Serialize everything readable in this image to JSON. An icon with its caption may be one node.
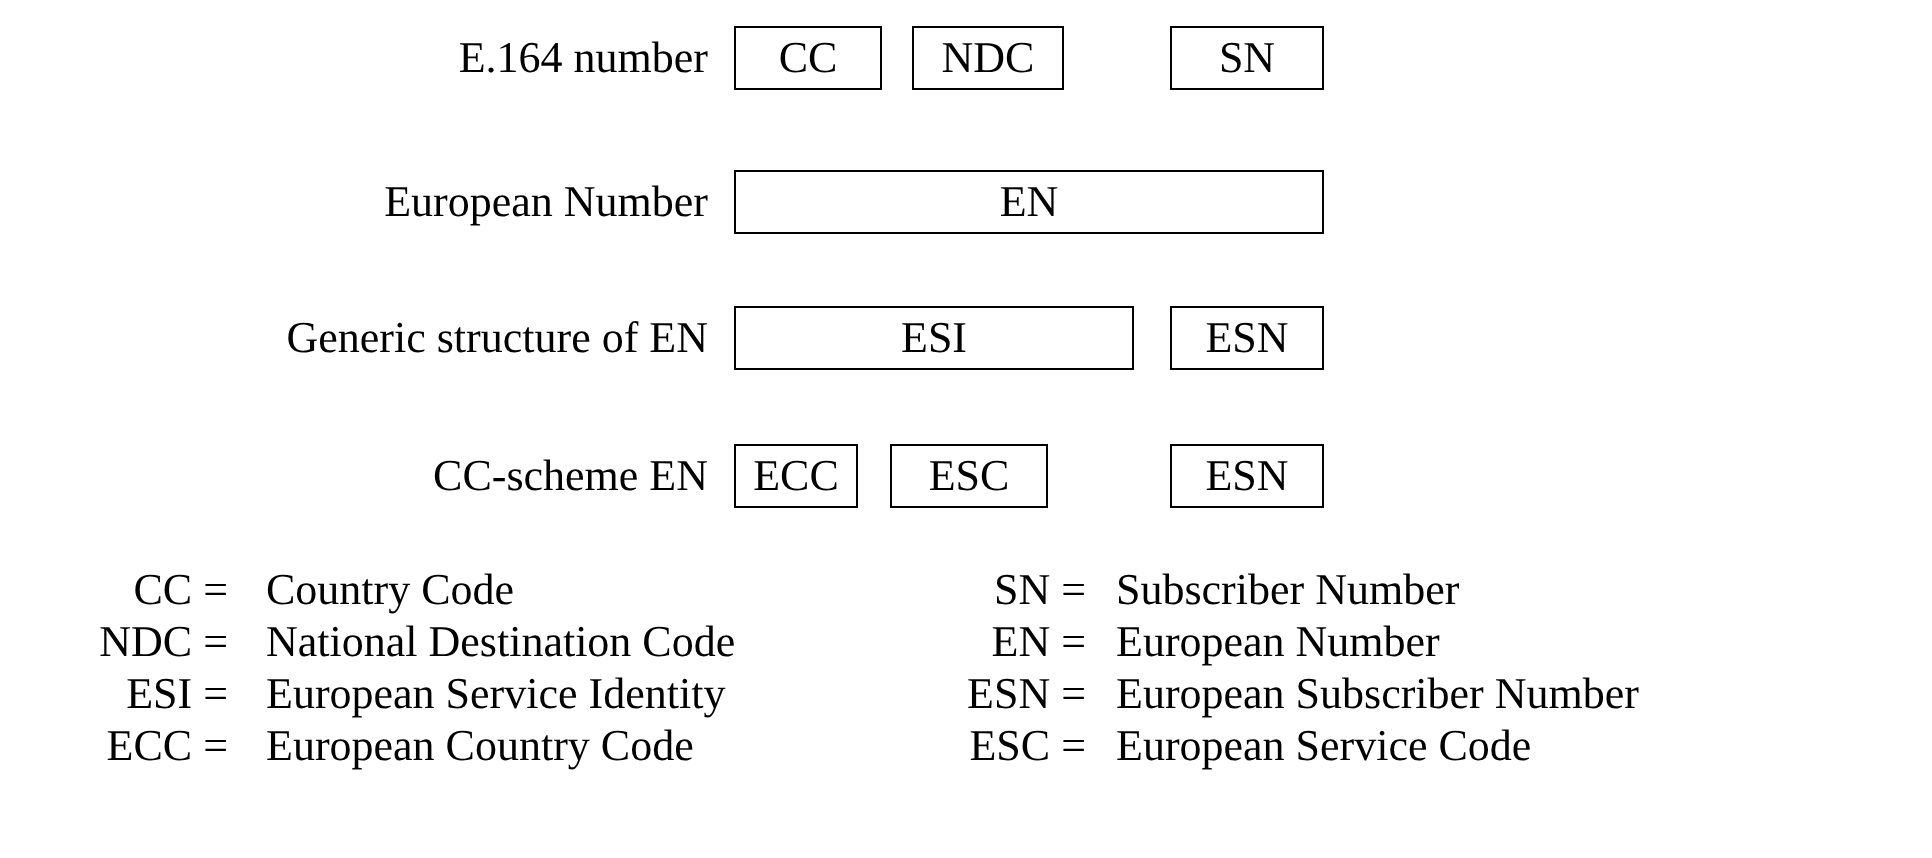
{
  "diagram": {
    "nodes": [
      {
        "text": [
          "CC"
        ]
      },
      {
        "text": [
          "NDC"
        ]
      },
      {
        "text": [
          "SN"
        ]
      },
      {
        "text": [
          "EN"
        ]
      },
      {
        "text": [
          "ESI"
        ]
      },
      {
        "text": [
          "ESN"
        ]
      },
      {
        "text": [
          "ECC"
        ]
      },
      {
        "text": [
          "ESC"
        ]
      },
      {
        "text": [
          "ESN"
        ]
      }
    ],
    "labels": [
      "E.164 number",
      "European Number",
      "Generic structure of EN",
      "CC-scheme EN",
      "CC =",
      "Country Code",
      "SN =",
      "Subscriber Number",
      "NDC =",
      "National Destination Code",
      "EN =",
      "European Number",
      "ESI =",
      "European Service Identity",
      "ESN =",
      "European Subscriber Number",
      "ECC =",
      "European Country Code",
      "ESC =",
      "European Service Code"
    ]
  }
}
